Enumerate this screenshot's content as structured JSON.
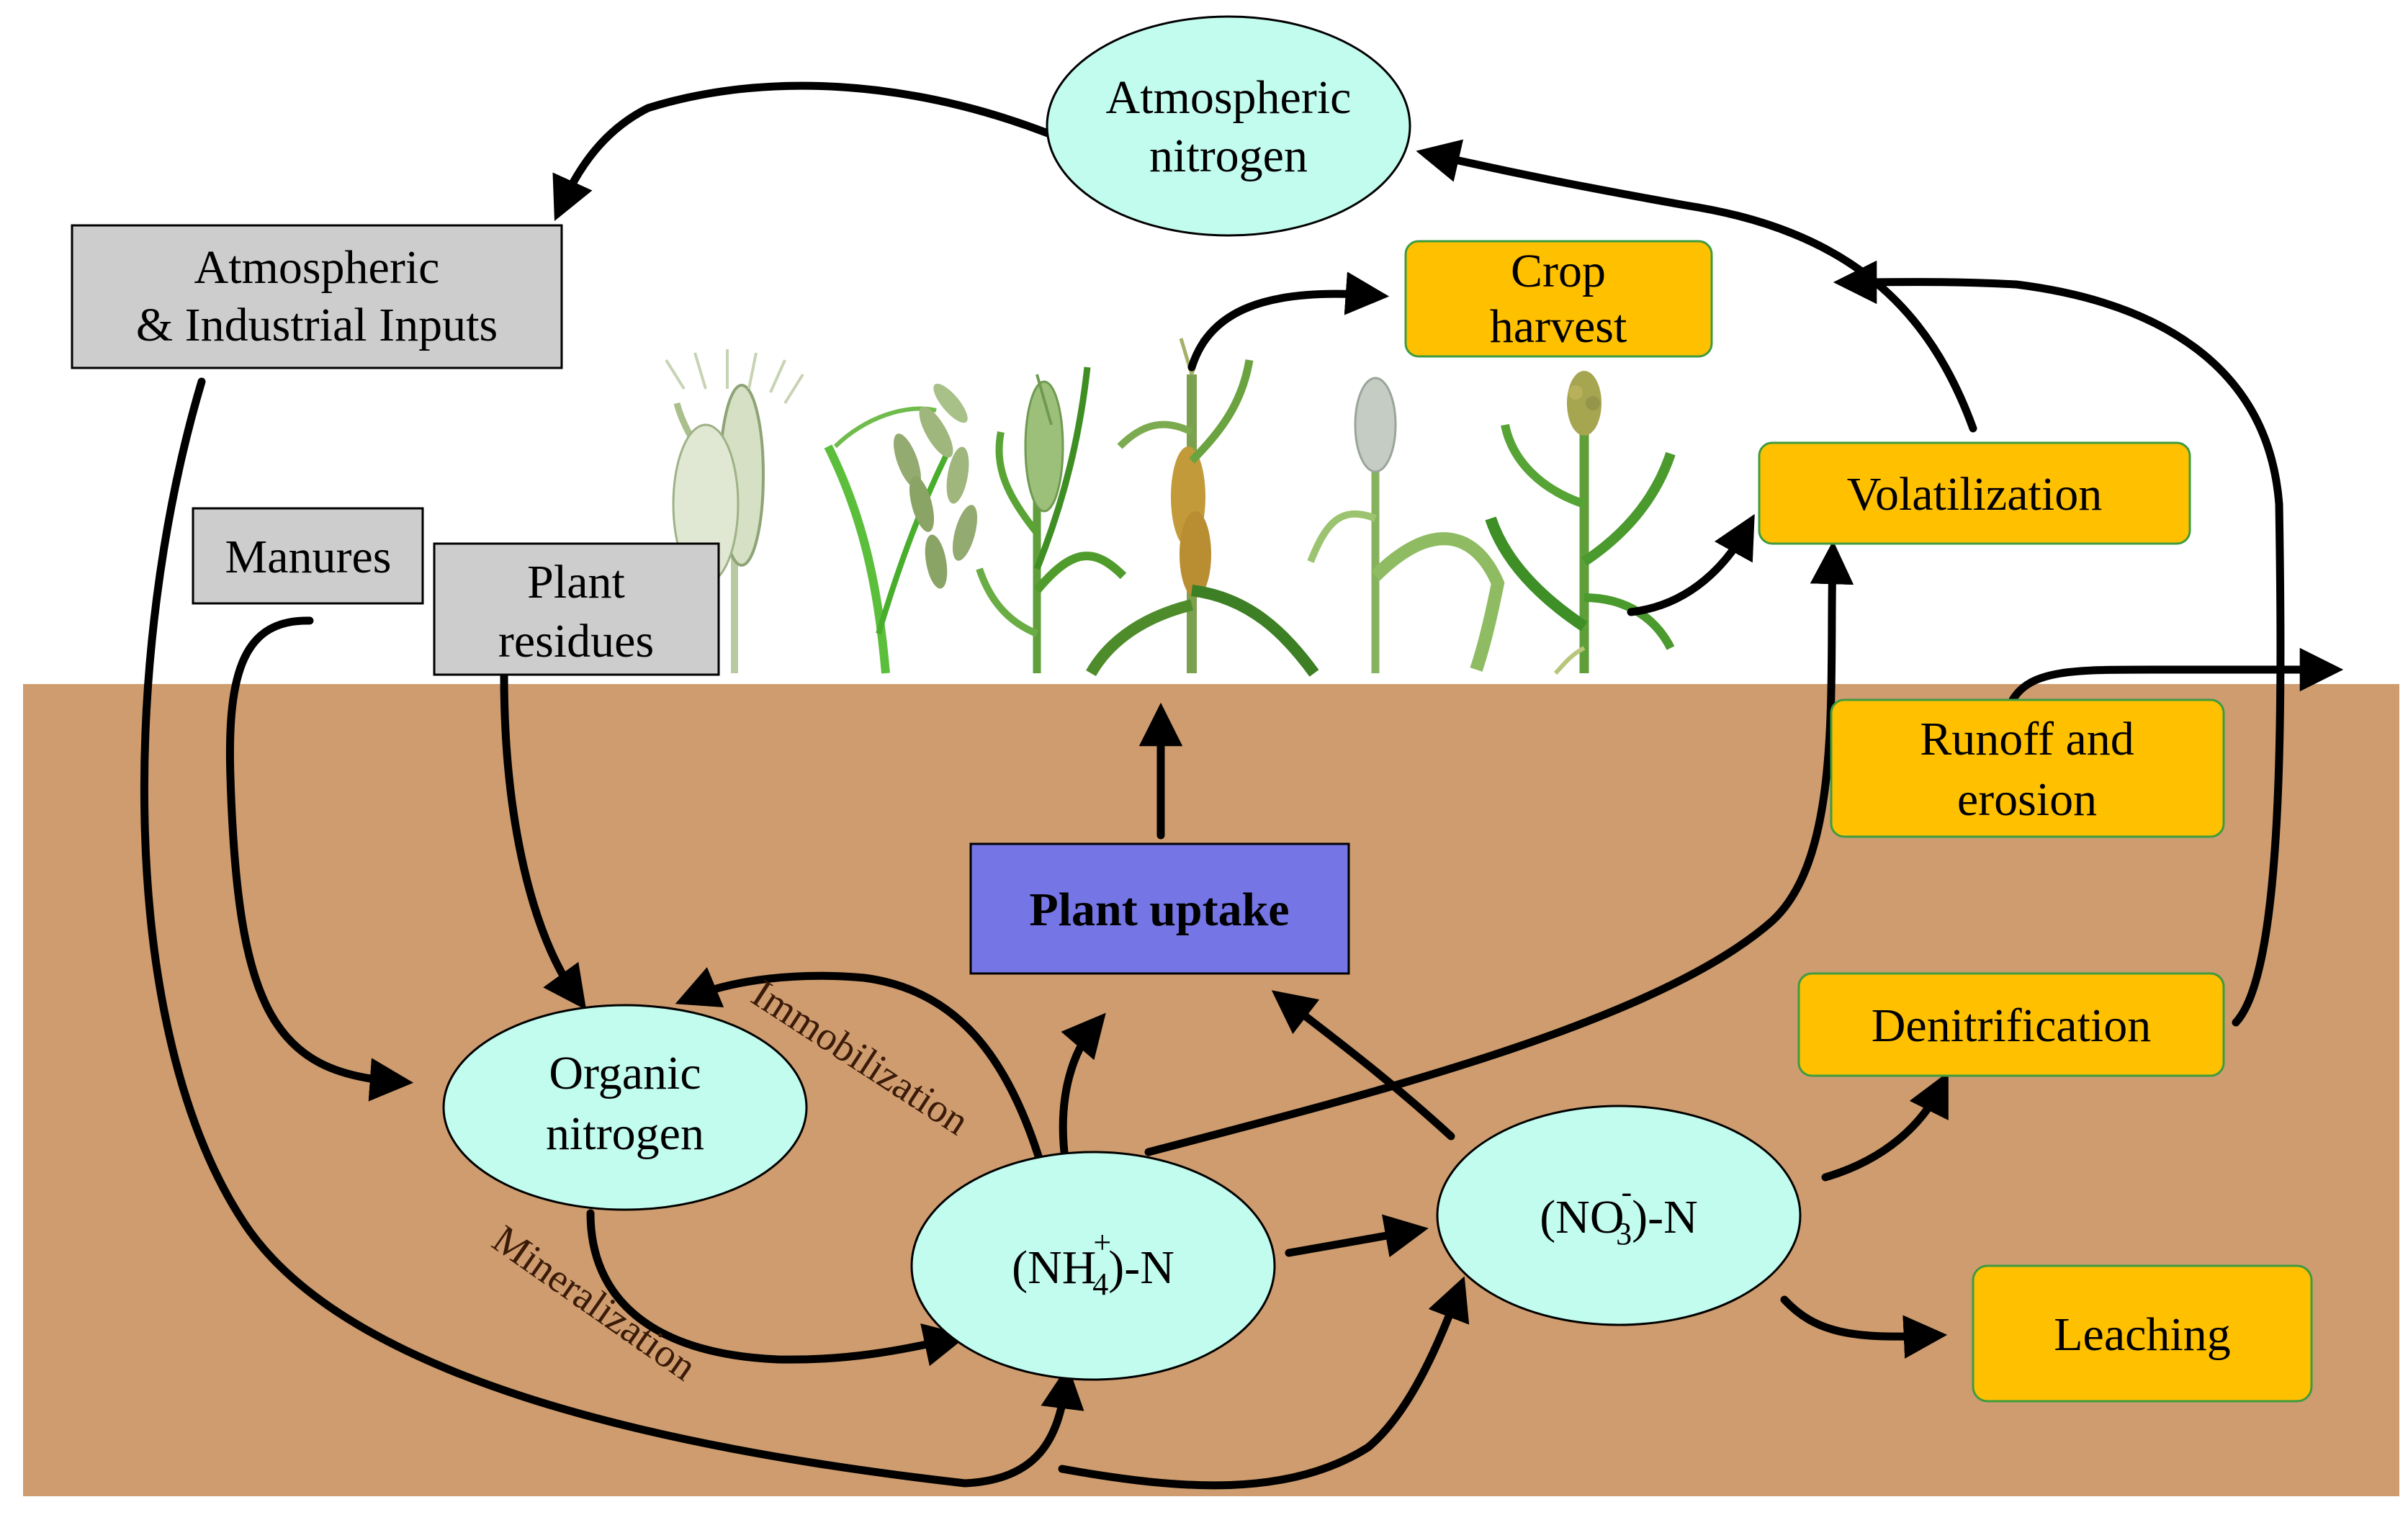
{
  "colors": {
    "soil": "#CE9C6E",
    "pool_fill": "#C2FCEE",
    "input_fill": "#CDCDCD",
    "loss_fill": "#FFC000",
    "uptake_fill": "#7575E6",
    "crop_green": "#7FB046"
  },
  "pools": {
    "atmospheric": {
      "line1": "Atmospheric",
      "line2": "nitrogen"
    },
    "organic": {
      "line1": "Organic",
      "line2": "nitrogen"
    },
    "ammonium": {
      "prefix": "(NH",
      "sup": "+",
      "sub": "4",
      "suffix": ")-N"
    },
    "nitrate": {
      "prefix": "(NO",
      "sup": "-",
      "sub": "3",
      "suffix": ")-N"
    }
  },
  "inputs": {
    "atmospheric_industrial": {
      "line1": "Atmospheric",
      "line2": "& Industrial  Inputs"
    },
    "manures": "Manures",
    "plant_residues": {
      "line1": "Plant",
      "line2": "residues"
    }
  },
  "losses": {
    "crop_harvest": {
      "line1": "Crop",
      "line2": "harvest"
    },
    "volatilization": "Volatilization",
    "runoff": {
      "line1": "Runoff and",
      "line2": "erosion"
    },
    "denitrification": "Denitrification",
    "leaching": "Leaching"
  },
  "plant_uptake": "Plant uptake",
  "processes": {
    "immobilization": "Immobilization",
    "mineralization": "Mineralization"
  },
  "crop_icons": [
    "wheat-plant-icon",
    "oat-plant-icon",
    "barley-plant-icon",
    "maize-plant-icon",
    "pearl-millet-plant-icon",
    "sorghum-plant-icon"
  ]
}
